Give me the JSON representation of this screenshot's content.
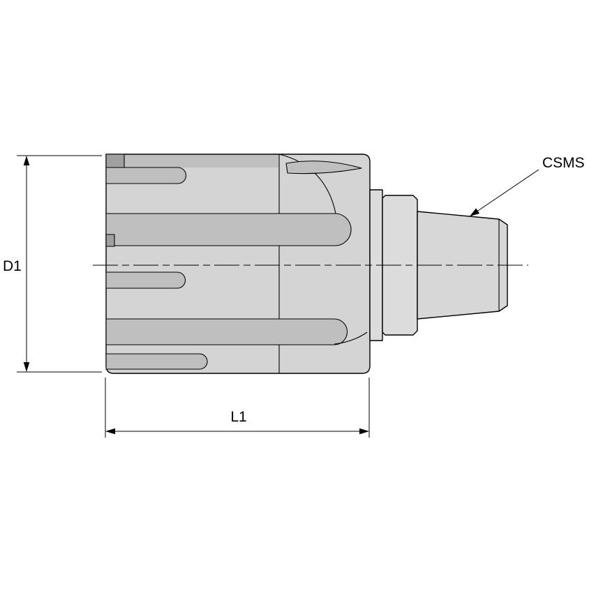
{
  "diagram": {
    "labels": {
      "d1": "D1",
      "l1": "L1",
      "csms": "CSMS"
    },
    "colors": {
      "background": "#ffffff",
      "outline": "#000000",
      "body_fill": "#d4d4d4",
      "flute_fill": "#bfbfbf",
      "flute_shadow": "#a0a0a0",
      "collar_fill": "#dcdcdc",
      "thread_fill": "#d7d7d7"
    }
  }
}
